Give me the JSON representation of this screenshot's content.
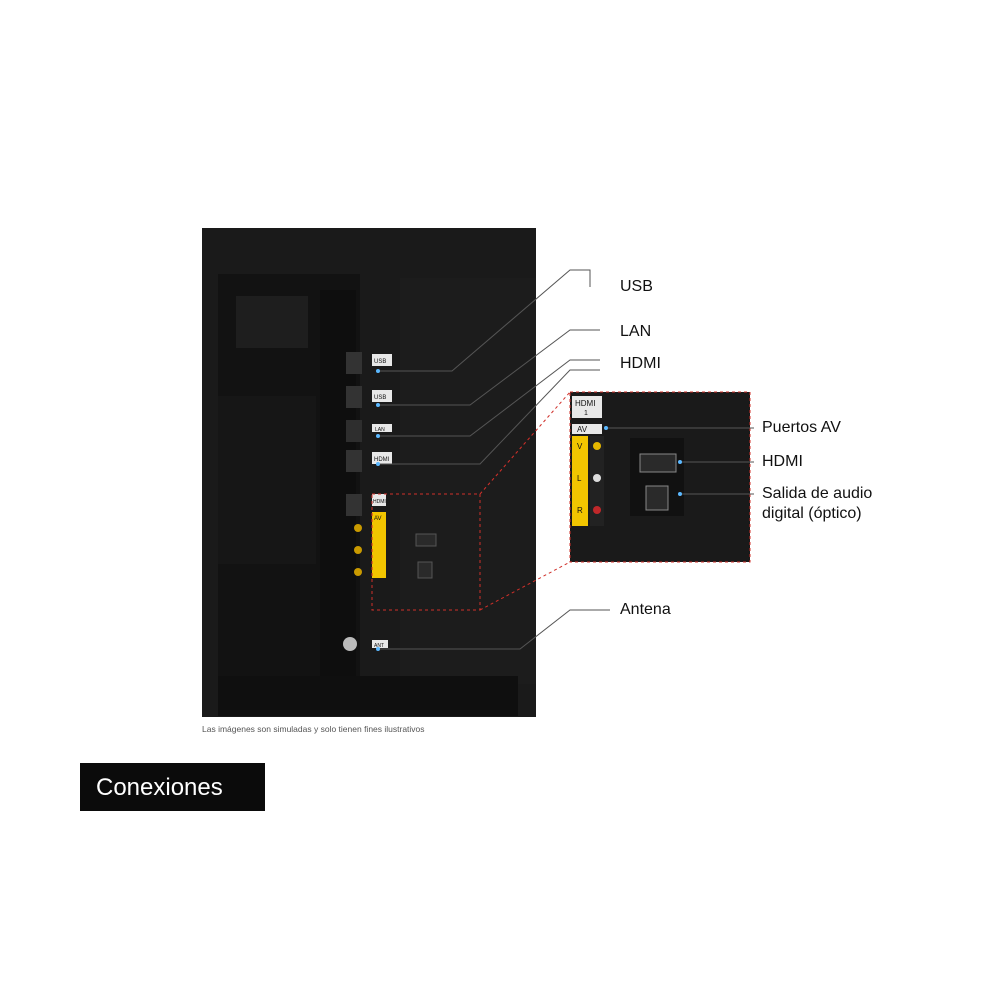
{
  "callouts": {
    "usb": "USB",
    "lan": "LAN",
    "hdmi": "HDMI",
    "av_ports": "Puertos AV",
    "zoom_hdmi": "HDMI",
    "optical": "Salida de audio\ndigital (óptico)",
    "antenna": "Antena"
  },
  "port_tags": {
    "usb1": "USB",
    "usb2": "USB",
    "lan": "LAN",
    "hdmi2": "HDMI",
    "hdmi1": "HDMI",
    "av": "AV",
    "ant": "ANT",
    "zoom_hdmi1": "HDMI",
    "zoom_hdmi1_num": "1",
    "zoom_av": "AV"
  },
  "disclaimer": "Las imágenes son simuladas y solo tienen fines ilustrativos",
  "section_title": "Conexiones",
  "colors": {
    "panel": "#161616",
    "accent_yellow": "#f2c500",
    "dashed_red": "#d0302a",
    "leader": "#555555"
  }
}
